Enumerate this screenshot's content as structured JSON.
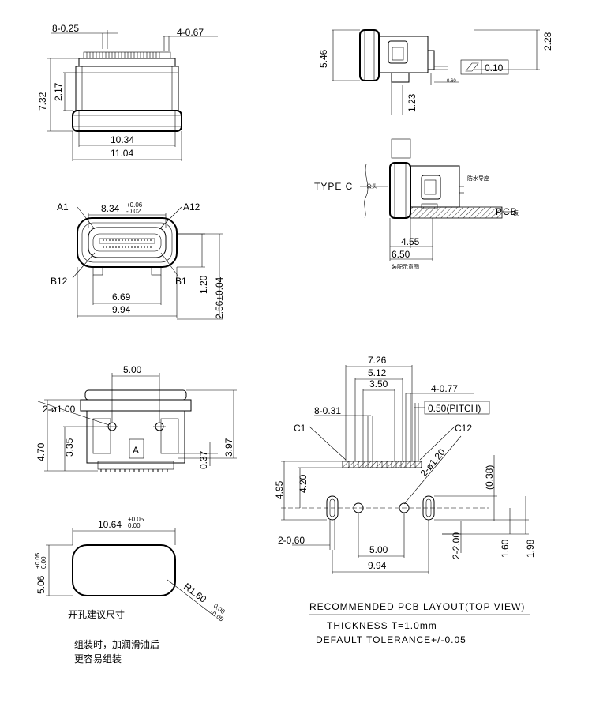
{
  "top_front": {
    "pins_note": "8-0.25",
    "tabs_note": "4-0.67",
    "height": "7.32",
    "body_height": "2.17",
    "width_inner": "10.34",
    "width_outer": "11.04"
  },
  "side_view": {
    "height": "5.46",
    "top_offset": "2.28",
    "leg": "1.23",
    "flatness": "0.10",
    "small": "0.60"
  },
  "section_view": {
    "type_label": "TYPE C",
    "cn_label_left": "公头",
    "cn_label_right": "防水导座",
    "pcb_label": "PCB",
    "pcb_suffix": "板",
    "dim_inner": "4.55",
    "dim_outer": "6.50",
    "caption": "装配示意图"
  },
  "front_view": {
    "a1": "A1",
    "a12": "A12",
    "b12": "B12",
    "b1": "B1",
    "opening": "8.34",
    "opening_tol_up": "+0.06",
    "opening_tol_down": "-0.02",
    "dim_120": "1.20",
    "dim_256": "2.56±0.04",
    "dim_669": "6.69",
    "dim_994": "9.94"
  },
  "bottom_view": {
    "dim_500": "5.00",
    "holes": "2-ø1.00",
    "dim_470": "4.70",
    "dim_335": "3.35",
    "dim_037": "0.37",
    "dim_397": "3.97",
    "marker": "A"
  },
  "cutout": {
    "width": "10.64",
    "width_tol_up": "+0.05",
    "width_tol_down": "0.00",
    "height": "5.06",
    "height_tol_up": "+0.05",
    "height_tol_down": "0.00",
    "radius": "R1.60",
    "radius_tol_up": "0.00",
    "radius_tol_down": "-0.05",
    "title": "开孔建议尺寸",
    "assembly_note_1": "组装时，加润滑油后",
    "assembly_note_2": "更容易组装"
  },
  "pcb_layout": {
    "dim_726": "7.26",
    "dim_512": "5.12",
    "dim_350": "3.50",
    "dim_4_077": "4-0.77",
    "dim_8_031": "8-0.31",
    "pitch": "0.50(PITCH)",
    "c1": "C1",
    "c12": "C12",
    "dim_2_120": "2-ø1.20",
    "dim_495": "4.95",
    "dim_420": "4.20",
    "dim_038": "(0.38)",
    "dim_2_060": "2-0.60",
    "dim_2_200": "2-2.00",
    "dim_160": "1.60",
    "dim_198": "1.98",
    "dim_500": "5.00",
    "dim_994": "9.94",
    "title": "RECOMMENDED PCB LAYOUT(TOP VIEW)",
    "thickness": "THICKNESS T=1.0mm",
    "tolerance": "DEFAULT TOLERANCE+/-0.05"
  }
}
